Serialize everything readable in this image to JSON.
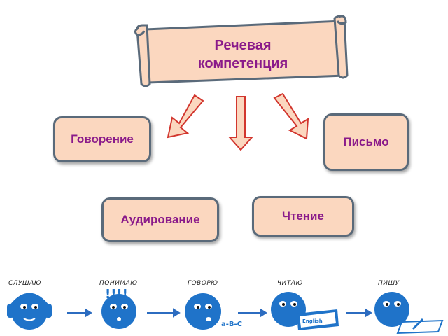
{
  "title": "Речевая компетенция",
  "title_lines": [
    "Речевая",
    "компетенция"
  ],
  "skills": {
    "speaking": "Говорение",
    "writing": "Письмо",
    "listening": "Аудирование",
    "reading": "Чтение"
  },
  "strip": {
    "labels": [
      "СЛУШАЮ",
      "ПОНИМАЮ",
      "ГОВОРЮ",
      "ЧИТАЮ",
      "ПИШУ"
    ],
    "abc_text": "a-B-C",
    "book_text": "English",
    "exclaim_text": "!!!!"
  },
  "colors": {
    "box_fill": "#fbd7bf",
    "box_border": "#5a6a7a",
    "text_purple": "#8a1a8a",
    "arrow_fill": "#fbd7bf",
    "arrow_stroke": "#d2362e",
    "face_blue": "#1f73c9",
    "strip_arrow": "#2c6cc0"
  }
}
